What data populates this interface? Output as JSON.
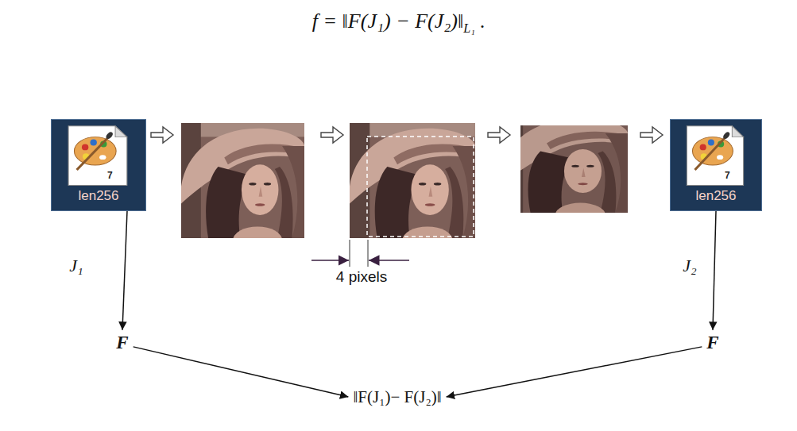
{
  "diagram": {
    "title": "f = ‖F(J₁) − F(J₂)‖",
    "nodes": [
      {
        "text": [
          "7",
          "len256"
        ]
      },
      {
        "text": [
          "7",
          "len256"
        ]
      },
      {
        "text": [
          "F"
        ]
      },
      {
        "text": [
          "F"
        ]
      },
      {
        "text": [
          "‖F(J₁)− F(J₂)‖"
        ]
      }
    ],
    "edges": [
      {
        "from": 0,
        "to": 2,
        "arrow": "to"
      },
      {
        "from": 1,
        "to": 3,
        "arrow": "to"
      },
      {
        "from": 2,
        "to": 4,
        "arrow": "to"
      },
      {
        "from": 3,
        "to": 4,
        "arrow": "to"
      }
    ],
    "labels": [
      "L₁",
      ".",
      "4 pixels",
      "J₁",
      "J₂"
    ]
  }
}
